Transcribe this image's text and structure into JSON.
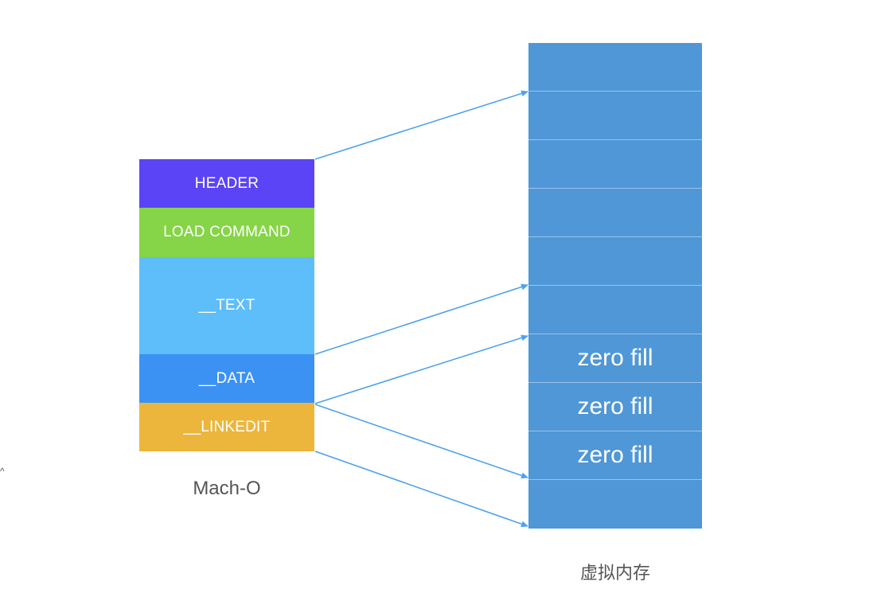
{
  "macho": {
    "caption": "Mach-O",
    "segments": [
      {
        "label": "HEADER",
        "color": "#5b44f5"
      },
      {
        "label": "LOAD COMMAND",
        "color": "#86d447"
      },
      {
        "label": "__TEXT",
        "color": "#5ebefa"
      },
      {
        "label": "__DATA",
        "color": "#3b92f3"
      },
      {
        "label": "__LINKEDIT",
        "color": "#ecb63c"
      }
    ]
  },
  "virtual_memory": {
    "caption": "虚拟内存",
    "color": "#4f97d6",
    "rows": [
      "",
      "",
      "",
      "",
      "",
      "",
      "zero fill",
      "zero fill",
      "zero fill",
      ""
    ]
  },
  "arrow_color": "#4ea2ee",
  "edge_glyph": "^"
}
